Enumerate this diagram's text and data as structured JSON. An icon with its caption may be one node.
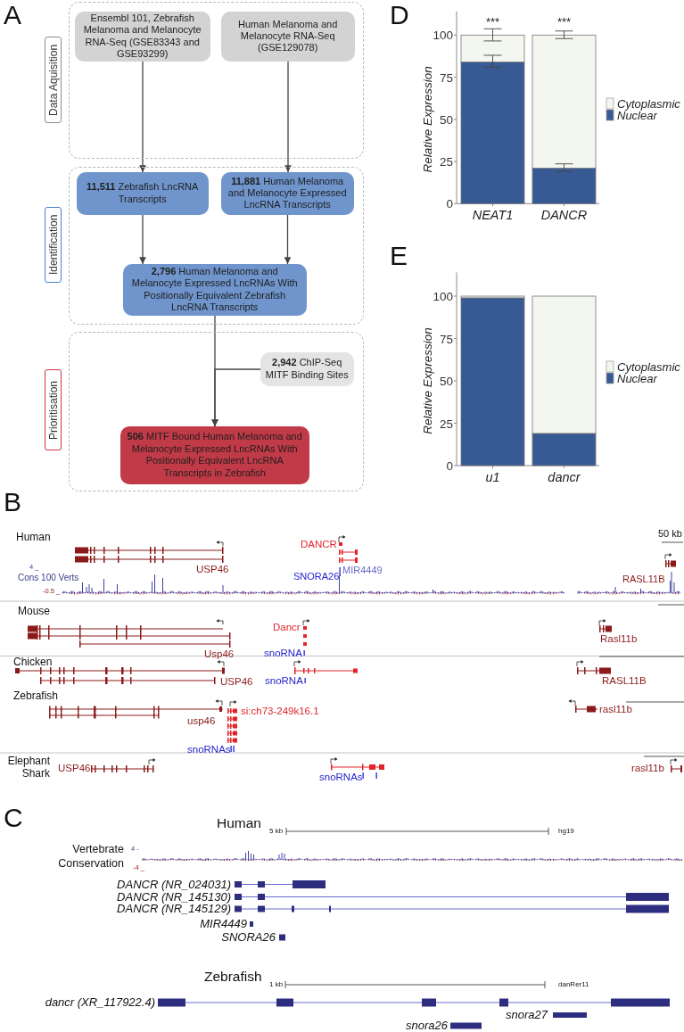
{
  "diagram": {
    "nodes": [
      {
        "text": [
          "Data Aquisition"
        ]
      },
      {
        "text": [
          "Ensembl 101, Zebrafish Melanoma and Melanocyte RNA-Seq (GSE83343 and GSE93299)"
        ],
        "in": 0
      },
      {
        "text": [
          "Human Melanoma and Melanocyte RNA-Seq (GSE129078)"
        ],
        "in": 0
      },
      {
        "text": [
          "Identification"
        ]
      },
      {
        "text": [
          "**11,511** Zebrafish LncRNA Transcripts"
        ],
        "in": 3
      },
      {
        "text": [
          "**11,881** Human Melanoma and Melanocyte Expressed LncRNA Transcripts"
        ],
        "in": 3
      },
      {
        "text": [
          "**2,796** Human Melanoma and Melanocyte Expressed LncRNAs With Positionally Equivalent Zebrafish LncRNA Transcripts"
        ],
        "in": 3
      },
      {
        "text": [
          "Prioritisation"
        ]
      },
      {
        "text": [
          "**2,942** ChIP-Seq MITF Binding Sites"
        ],
        "in": 7
      },
      {
        "text": [
          "**506** MITF Bound Human Melanoma and Melanocyte Expressed LncRNAs With Positionally Equivalent LncRNA Transcripts in Zebrafish"
        ],
        "in": 7
      }
    ],
    "edges": [
      {
        "from": 1,
        "to": 4,
        "arrow": "to"
      },
      {
        "from": 2,
        "to": 5,
        "arrow": "to"
      },
      {
        "from": 4,
        "to": 6,
        "arrow": "to"
      },
      {
        "from": 5,
        "to": 6,
        "arrow": "to"
      },
      {
        "from": 6,
        "to": 9,
        "arrow": "to"
      },
      {
        "from": 8,
        "to": 9,
        "arrow": "to"
      }
    ],
    "labels": [
      "A",
      "D",
      "E",
      "B",
      "Human",
      "50 kb",
      "DANCR",
      "4 _",
      "USP46",
      "MIR4449",
      "Cons 100 Verts",
      "SNORA26",
      "RASL11B",
      "-0.5 _",
      "Mouse",
      "Dancr",
      "Rasl11b",
      "Usp46",
      "snoRNA",
      "Chicken",
      "USP46",
      "snoRNA",
      "RASL11B",
      "Zebrafish",
      "si:ch73-249k16.1",
      "rasl11b",
      "usp46",
      "snoRNAs",
      "Elephant Shark",
      "USP46",
      "snoRNAs",
      "rasl11b",
      "C",
      "Human",
      "5 kb",
      "hg19",
      "Vertebrate Conservation",
      "4 -",
      "-4 _",
      "DANCR (NR_024031)",
      "DANCR (NR_145130)",
      "DANCR (NR_145129)",
      "MIR4449",
      "SNORA26",
      "Zebrafish",
      "1 kb",
      "danRer11",
      "dancr (XR_117922.4)",
      "snora27",
      "snora26"
    ],
    "chart_data": [
      {
        "type": "bar",
        "ylabel": "Relative Expression",
        "categories": [
          "NEAT1",
          "DANCR"
        ],
        "series": [
          {
            "name": "Cytoplasmic",
            "color": "#f4f7ef",
            "values": [
              16,
              79
            ]
          },
          {
            "name": "Nuclear",
            "color": "#385a94",
            "values": [
              84,
              21
            ]
          }
        ],
        "ylim": [
          0,
          114
        ],
        "yticks": [
          0,
          25,
          50,
          75,
          100
        ],
        "stacked": true,
        "annotations": [
          "***",
          "***"
        ]
      },
      {
        "type": "bar",
        "ylabel": "Relative Expression",
        "categories": [
          "u1",
          "dancr"
        ],
        "series": [
          {
            "name": "Cytoplasmic",
            "color": "#f4f7ef",
            "values": [
              1,
              81
            ]
          },
          {
            "name": "Nuclear",
            "color": "#385a94",
            "values": [
              99,
              19
            ]
          }
        ],
        "ylim": [
          0,
          114
        ],
        "yticks": [
          0,
          25,
          50,
          75,
          100
        ],
        "stacked": true
      }
    ]
  }
}
